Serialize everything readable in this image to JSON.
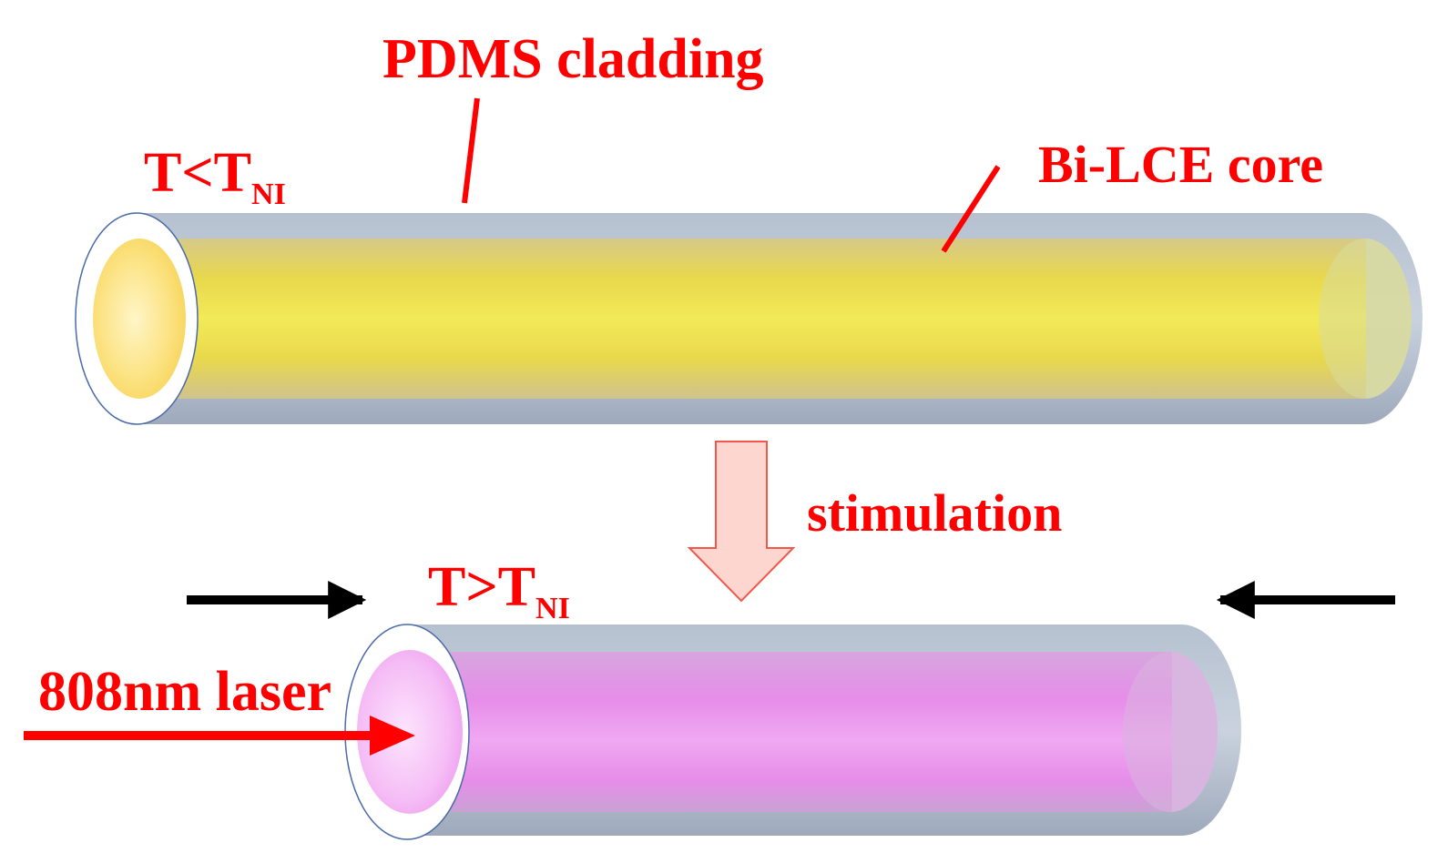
{
  "labels": {
    "cladding": "PDMS cladding",
    "core": "Bi-LCE core",
    "stimulation": "stimulation",
    "laser": "808nm laser",
    "temp_low_main": "T<T",
    "temp_high_main": "T>T",
    "temp_subscript": "NI"
  },
  "colors": {
    "label": "#ff0000",
    "cladding": "#a9b6c9",
    "core_cold": "#f1e34c",
    "core_hot": "#e98ae8",
    "stimulation_arrow": "#fcd6cf",
    "compress_arrow": "#000000"
  }
}
